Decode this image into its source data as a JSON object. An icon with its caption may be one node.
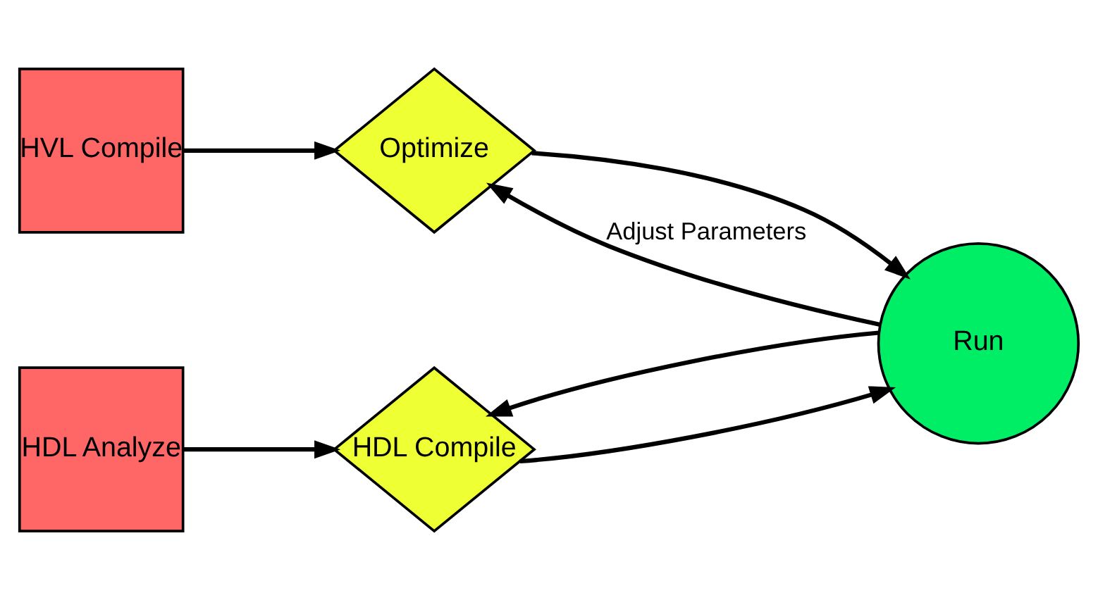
{
  "diagram": {
    "nodes": [
      {
        "text": [
          "HVL Compile"
        ]
      },
      {
        "text": [
          "Optimize"
        ]
      },
      {
        "text": [
          "Run"
        ]
      },
      {
        "text": [
          "HDL Analyze"
        ]
      },
      {
        "text": [
          "HDL Compile"
        ]
      }
    ],
    "edges": [
      {
        "from": 0,
        "to": 1,
        "arrow": "to"
      },
      {
        "from": 1,
        "to": 2,
        "arrow": "to"
      },
      {
        "from": 2,
        "to": 1,
        "arrow": "to",
        "label": "Adjust Parameters"
      },
      {
        "from": 2,
        "to": 4,
        "arrow": "to"
      },
      {
        "from": 3,
        "to": 4,
        "arrow": "to"
      },
      {
        "from": 4,
        "to": 2,
        "arrow": "to"
      }
    ]
  }
}
